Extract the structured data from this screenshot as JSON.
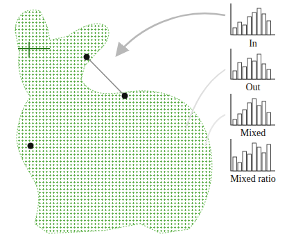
{
  "diagram": {
    "labels": [
      "In",
      "Out",
      "Mixed",
      "Mixed ratio"
    ]
  }
}
